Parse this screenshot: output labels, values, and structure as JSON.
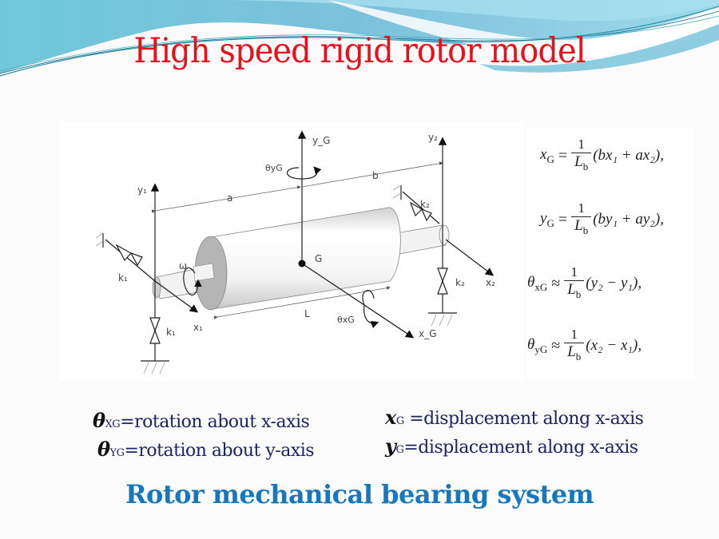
{
  "slide": {
    "title": "High speed rigid rotor model",
    "subtitle": "Rotor mechanical bearing system",
    "colors": {
      "title": "#e8111b",
      "subtitle": "#1777bd",
      "body_text": "#1a2466",
      "wave_light": "#a6dceb",
      "wave_dark": "#5fb9d6"
    }
  },
  "figure": {
    "labels": {
      "y1": "y₁",
      "y2": "y₂",
      "yG": "y_G",
      "x1": "x₁",
      "x2": "x₂",
      "xG": "x_G",
      "theta_yG": "θyG",
      "theta_xG": "θxG",
      "a": "a",
      "b": "b",
      "L": "L",
      "G": "G",
      "omega": "ω",
      "k1": "k₁",
      "k2": "k₂"
    }
  },
  "equations": [
    {
      "lhs": "x",
      "lhs_sub": "G",
      "op": "=",
      "num": "1",
      "den": "L",
      "den_sub": "b",
      "rhs": "(bx₁ + ax₂),"
    },
    {
      "lhs": "y",
      "lhs_sub": "G",
      "op": "=",
      "num": "1",
      "den": "L",
      "den_sub": "b",
      "rhs": "(by₁ + ay₂),"
    },
    {
      "lhs": "θ",
      "lhs_sub": "xG",
      "op": "≈",
      "num": "1",
      "den": "L",
      "den_sub": "b",
      "rhs": "(y₂ − y₁),"
    },
    {
      "lhs": "θ",
      "lhs_sub": "yG",
      "op": "≈",
      "num": "1",
      "den": "L",
      "den_sub": "b",
      "rhs": "(x₂ − x₁),"
    }
  ],
  "definitions": {
    "left": [
      {
        "symbol": "θ",
        "sub": "XG",
        "text": "=rotation about x-axis"
      },
      {
        "symbol": "θ",
        "sub": "YG",
        "text": "=rotation about y-axis"
      }
    ],
    "right": [
      {
        "symbol": "x",
        "sub": "G",
        "text": " =displacement along x-axis"
      },
      {
        "symbol": "y",
        "sub": "G",
        "text": "=displacement along x-axis"
      }
    ]
  }
}
